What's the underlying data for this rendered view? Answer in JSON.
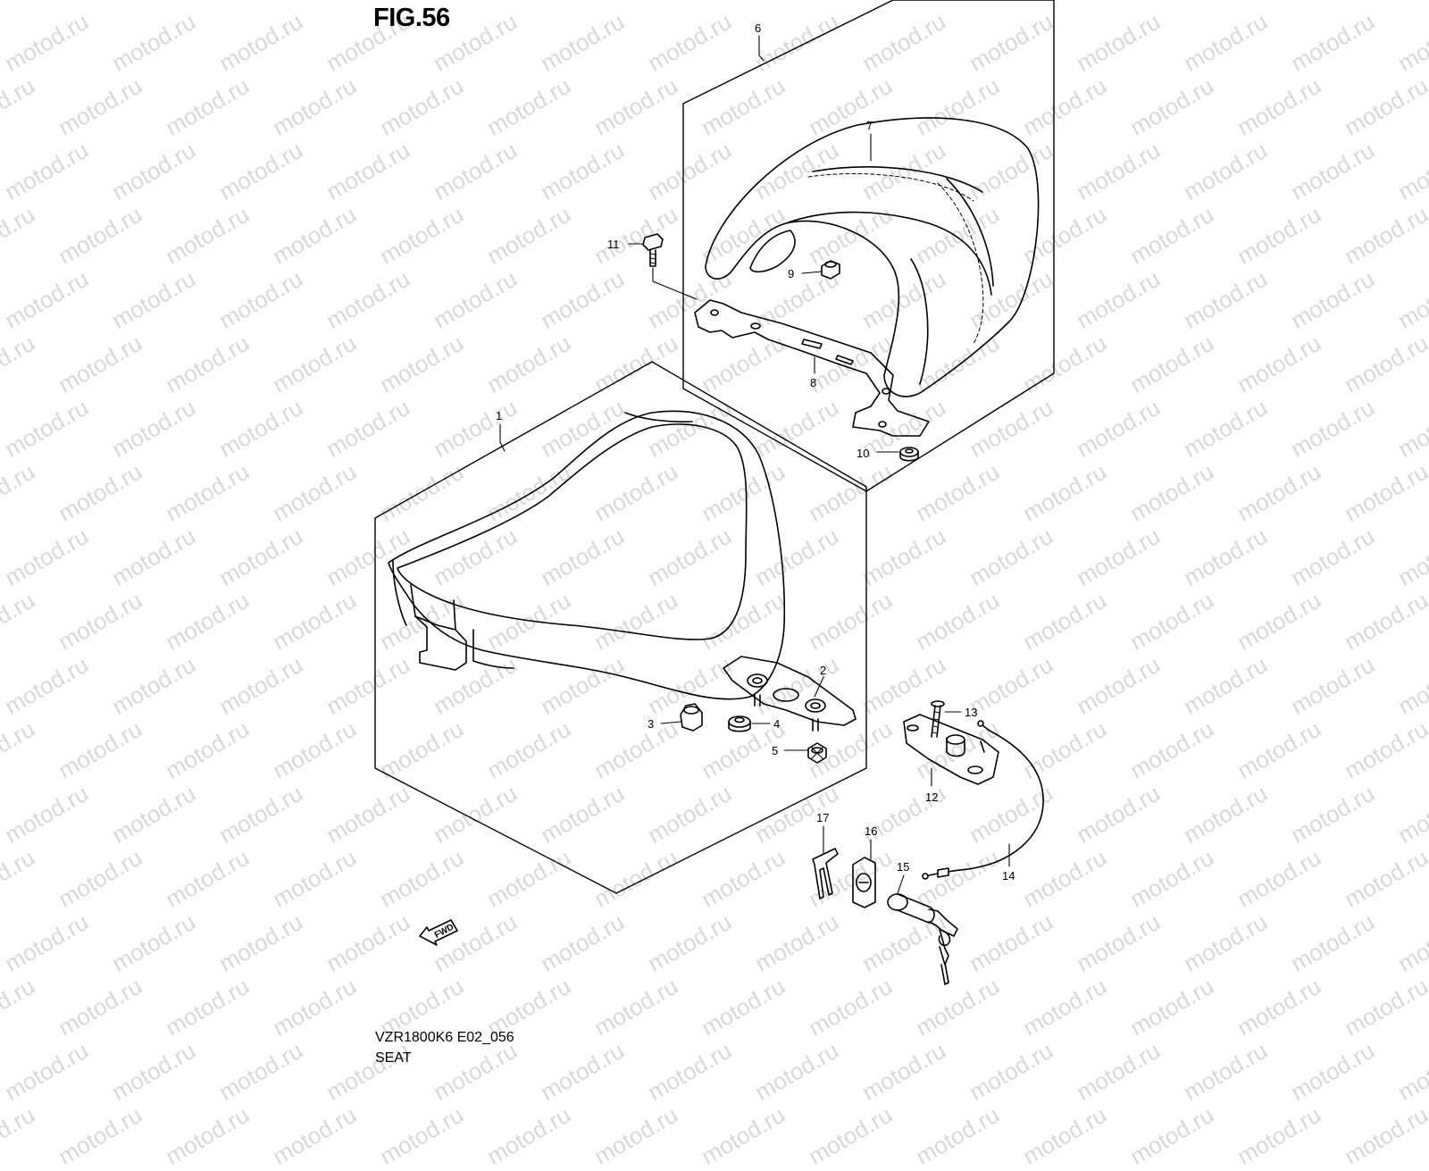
{
  "figure": {
    "title": "FIG.56",
    "model_code": "VZR1800K6 E02_056",
    "section_name": "SEAT"
  },
  "watermark": {
    "text": "motod.ru",
    "color": "#d8d8d8"
  },
  "forward_arrow_label": "FWD",
  "callouts": [
    {
      "id": "callout-1",
      "number": "1"
    },
    {
      "id": "callout-2",
      "number": "2"
    },
    {
      "id": "callout-3",
      "number": "3"
    },
    {
      "id": "callout-4",
      "number": "4"
    },
    {
      "id": "callout-5",
      "number": "5"
    },
    {
      "id": "callout-6",
      "number": "6"
    },
    {
      "id": "callout-7",
      "number": "7"
    },
    {
      "id": "callout-8",
      "number": "8"
    },
    {
      "id": "callout-9",
      "number": "9"
    },
    {
      "id": "callout-10",
      "number": "10"
    },
    {
      "id": "callout-11",
      "number": "11"
    },
    {
      "id": "callout-12",
      "number": "12"
    },
    {
      "id": "callout-13",
      "number": "13"
    },
    {
      "id": "callout-14",
      "number": "14"
    },
    {
      "id": "callout-15",
      "number": "15"
    },
    {
      "id": "callout-16",
      "number": "16"
    },
    {
      "id": "callout-17",
      "number": "17"
    }
  ]
}
